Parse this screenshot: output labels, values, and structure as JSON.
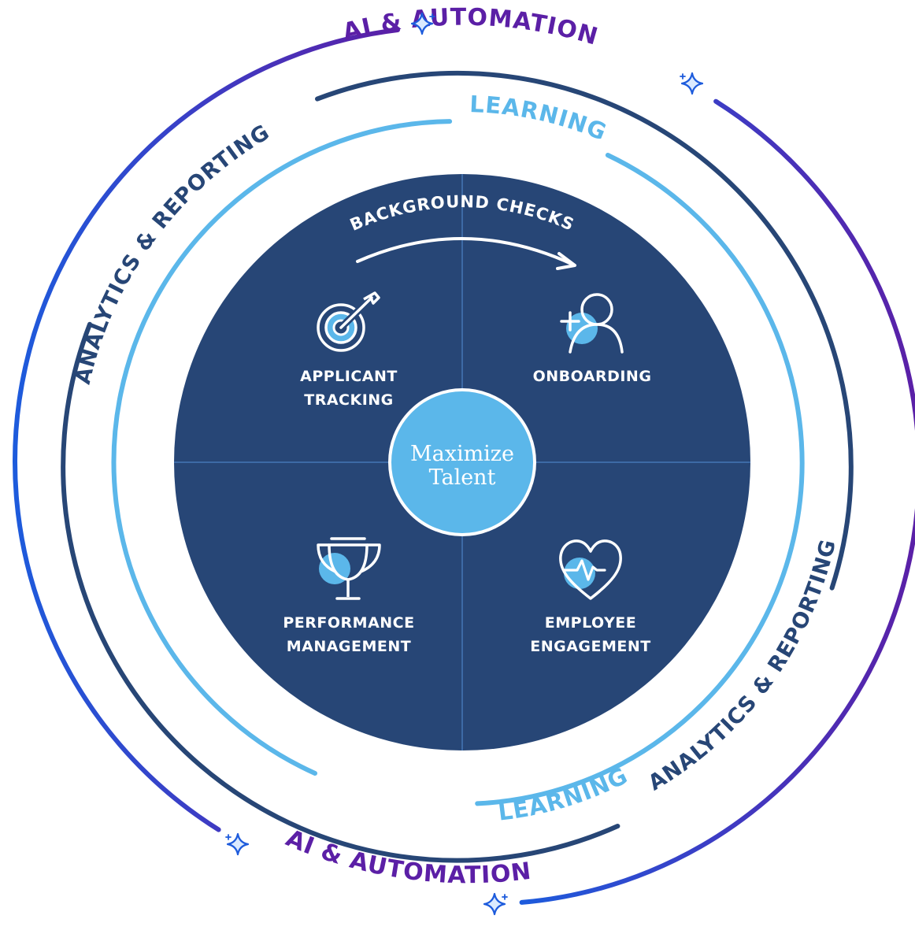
{
  "colors": {
    "navy": "#274676",
    "light_blue": "#5bb7ea",
    "purple": "#5b1fa6",
    "blue": "#1d5bdc",
    "white": "#ffffff"
  },
  "rings": {
    "ai_automation": "AI & AUTOMATION",
    "analytics_reporting": "ANALYTICS & REPORTING",
    "learning": "LEARNING"
  },
  "top_arrow": "BACKGROUND CHECKS",
  "quadrants": {
    "top_left": {
      "line1": "APPLICANT",
      "line2": "TRACKING",
      "icon": "target-icon"
    },
    "top_right": {
      "line1": "ONBOARDING",
      "icon": "add-person-icon"
    },
    "bottom_left": {
      "line1": "PERFORMANCE",
      "line2": "MANAGEMENT",
      "icon": "trophy-icon"
    },
    "bottom_right": {
      "line1": "EMPLOYEE",
      "line2": "ENGAGEMENT",
      "icon": "heart-pulse-icon"
    }
  },
  "center": {
    "line1": "Maximize",
    "line2": "Talent"
  }
}
